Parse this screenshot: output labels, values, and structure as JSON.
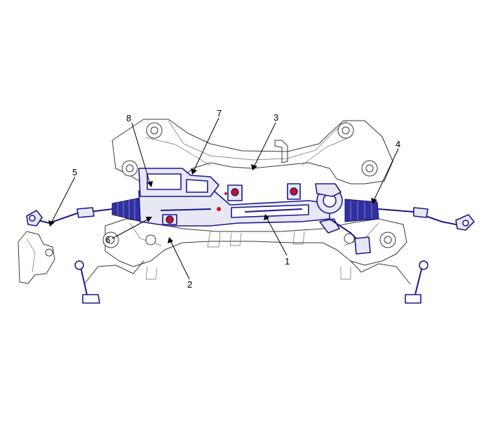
{
  "callouts": {
    "c1": "1",
    "c2": "2",
    "c3": "3",
    "c4": "4",
    "c5": "5",
    "c6": "6",
    "c7": "7",
    "c8": "8"
  },
  "colors": {
    "highlight_parts": "#1a1a8c",
    "mount_accent": "#d0101a",
    "frame_lines": "#3a3a3a"
  }
}
